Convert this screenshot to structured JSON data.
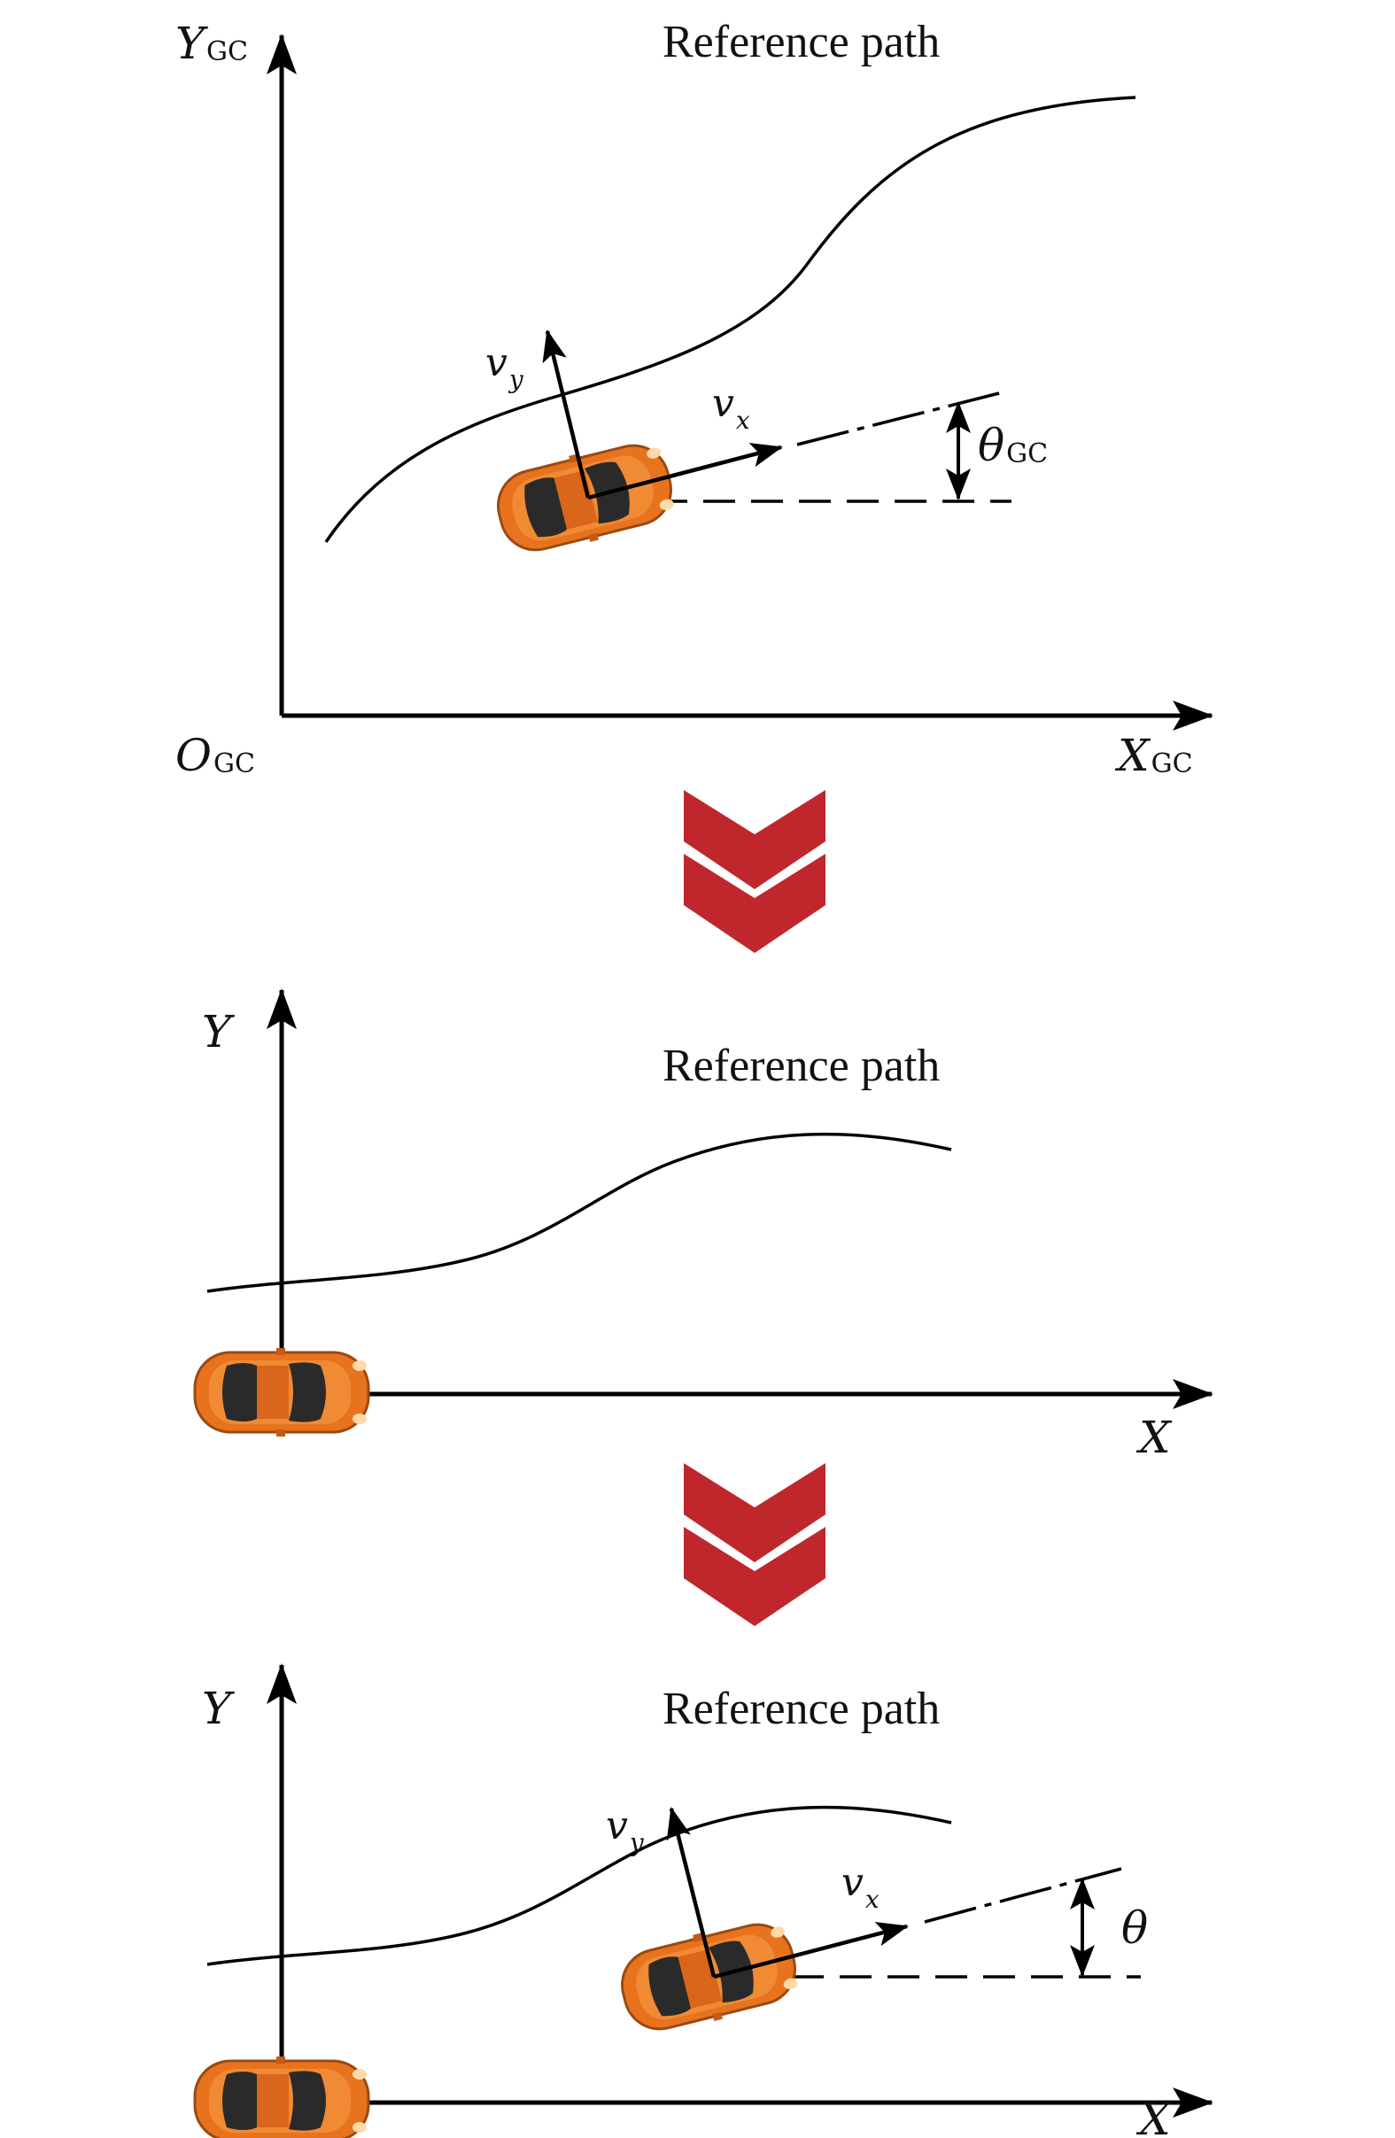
{
  "panels": [
    {
      "title": "Reference path",
      "y_axis": {
        "main": "Y",
        "sub": "GC"
      },
      "x_axis": {
        "main": "X",
        "sub": "GC"
      },
      "origin": {
        "main": "O",
        "sub": "GC"
      },
      "vy": {
        "main": "v",
        "sub": "y"
      },
      "vx": {
        "main": "v",
        "sub": "x"
      },
      "angle": {
        "main": "θ",
        "sub": "GC"
      }
    },
    {
      "title": "Reference path",
      "y_axis": {
        "main": "Y"
      },
      "x_axis": {
        "main": "X"
      }
    },
    {
      "title": "Reference path",
      "y_axis": {
        "main": "Y"
      },
      "x_axis": {
        "main": "X"
      },
      "vy": {
        "main": "v",
        "sub": "y"
      },
      "vx": {
        "main": "v",
        "sub": "x"
      },
      "angle": {
        "main": "θ"
      }
    }
  ],
  "colors": {
    "transition_arrow": "#c0272d",
    "car_body": "#e8731f",
    "car_glass": "#2a2a2a",
    "ink": "#000000"
  },
  "icons": [
    "car-icon",
    "chevron-down-icon"
  ]
}
